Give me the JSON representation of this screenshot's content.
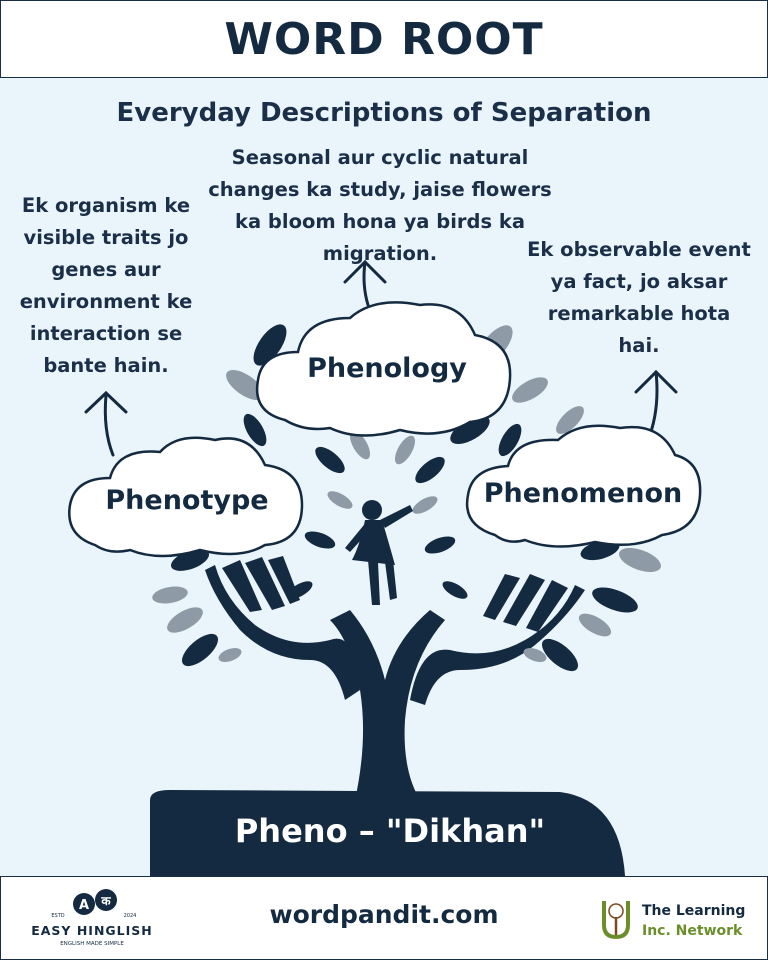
{
  "header": {
    "title": "WORD ROOT"
  },
  "subtitle": "Everyday Descriptions of Separation",
  "root": {
    "label": "Pheno – \"Dikhan\""
  },
  "words": [
    {
      "word": "Phenotype",
      "description_lines": [
        "Ek organism ke",
        "visible traits jo",
        "genes aur",
        "environment ke",
        "interaction se",
        "bante hain."
      ]
    },
    {
      "word": "Phenology",
      "description_lines": [
        "Seasonal aur cyclic natural",
        "changes ka study, jaise flowers",
        "ka bloom hona ya birds ka",
        "migration."
      ]
    },
    {
      "word": "Phenomenon",
      "description_lines": [
        "Ek observable event",
        "ya fact, jo aksar",
        "remarkable hota",
        "hai."
      ]
    }
  ],
  "footer": {
    "site": "wordpandit.com",
    "left_logo": {
      "name": "EASY HINGLISH",
      "tagline": "ENGLISH MADE SIMPLE",
      "estd": "ESTD",
      "year": "2024",
      "badge_a": "A",
      "badge_k": "क"
    },
    "right_logo": {
      "line1": "The Learning",
      "line2": "Inc. Network"
    }
  },
  "colors": {
    "navy": "#142a40",
    "background": "#eaf5fb",
    "leaf_grey": "#8e9ba6",
    "green": "#6a8f2a",
    "brown": "#7a4b1e"
  }
}
